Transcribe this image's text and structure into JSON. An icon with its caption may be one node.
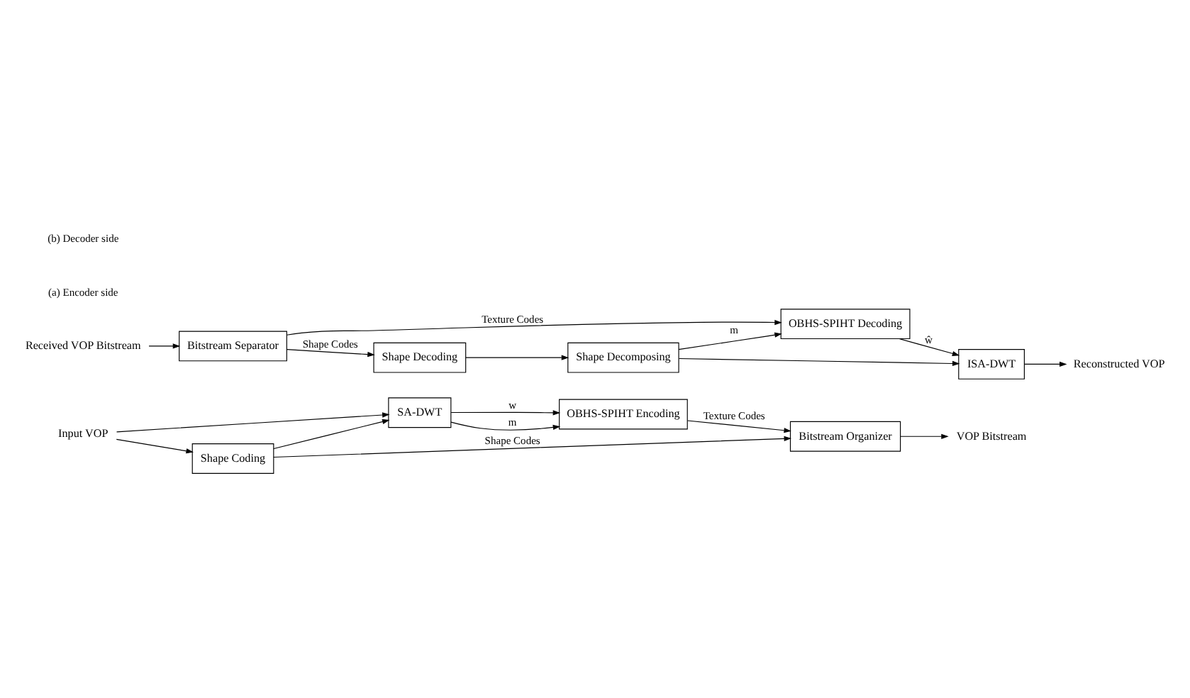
{
  "diagram": {
    "nodes": [
      {
        "text": [
          "Input VOP"
        ]
      },
      {
        "text": [
          "SA-DWT"
        ]
      },
      {
        "text": [
          "OBHS-SPIHT Encoding"
        ]
      },
      {
        "text": [
          "Bitstream Organizer"
        ]
      },
      {
        "text": [
          "VOP Bitstream"
        ]
      },
      {
        "text": [
          "Shape Coding"
        ]
      },
      {
        "text": [
          "Reconstructed VOP"
        ]
      },
      {
        "text": [
          "ISA-DWT"
        ]
      },
      {
        "text": [
          "OBHS-SPIHT Decoding"
        ]
      },
      {
        "text": [
          "Bitstream Separator"
        ]
      },
      {
        "text": [
          "Received VOP Bitstream"
        ]
      },
      {
        "text": [
          "Shape Decoding"
        ]
      },
      {
        "text": [
          "Shape Decomposing"
        ]
      }
    ],
    "edges": [
      {
        "from": 0,
        "to": 1,
        "arrow": "to"
      },
      {
        "from": 0,
        "to": 5,
        "arrow": "to"
      },
      {
        "from": 5,
        "to": 1,
        "arrow": "to"
      },
      {
        "from": 1,
        "to": 2,
        "arrow": "to",
        "label": "w"
      },
      {
        "from": 1,
        "to": 2,
        "arrow": "to",
        "label": "m"
      },
      {
        "from": 2,
        "to": 3,
        "arrow": "to",
        "label": "Texture Codes"
      },
      {
        "from": 3,
        "to": 4,
        "arrow": "to"
      },
      {
        "from": 5,
        "to": 3,
        "arrow": "to",
        "label": "Shape Codes"
      },
      {
        "from": 10,
        "to": 9,
        "arrow": "to"
      },
      {
        "from": 9,
        "to": 8,
        "arrow": "to",
        "label": "Texture Codes"
      },
      {
        "from": 8,
        "to": 7,
        "arrow": "to",
        "label": "ŵ"
      },
      {
        "from": 7,
        "to": 6,
        "arrow": "to"
      },
      {
        "from": 9,
        "to": 11,
        "arrow": "to",
        "label": "Shape Codes"
      },
      {
        "from": 11,
        "to": 12,
        "arrow": "to"
      },
      {
        "from": 12,
        "to": 8,
        "arrow": "to",
        "label": "m"
      },
      {
        "from": 12,
        "to": 7,
        "arrow": "to"
      }
    ],
    "labels": [
      "(a) Encoder side",
      "(b) Decoder side"
    ]
  }
}
